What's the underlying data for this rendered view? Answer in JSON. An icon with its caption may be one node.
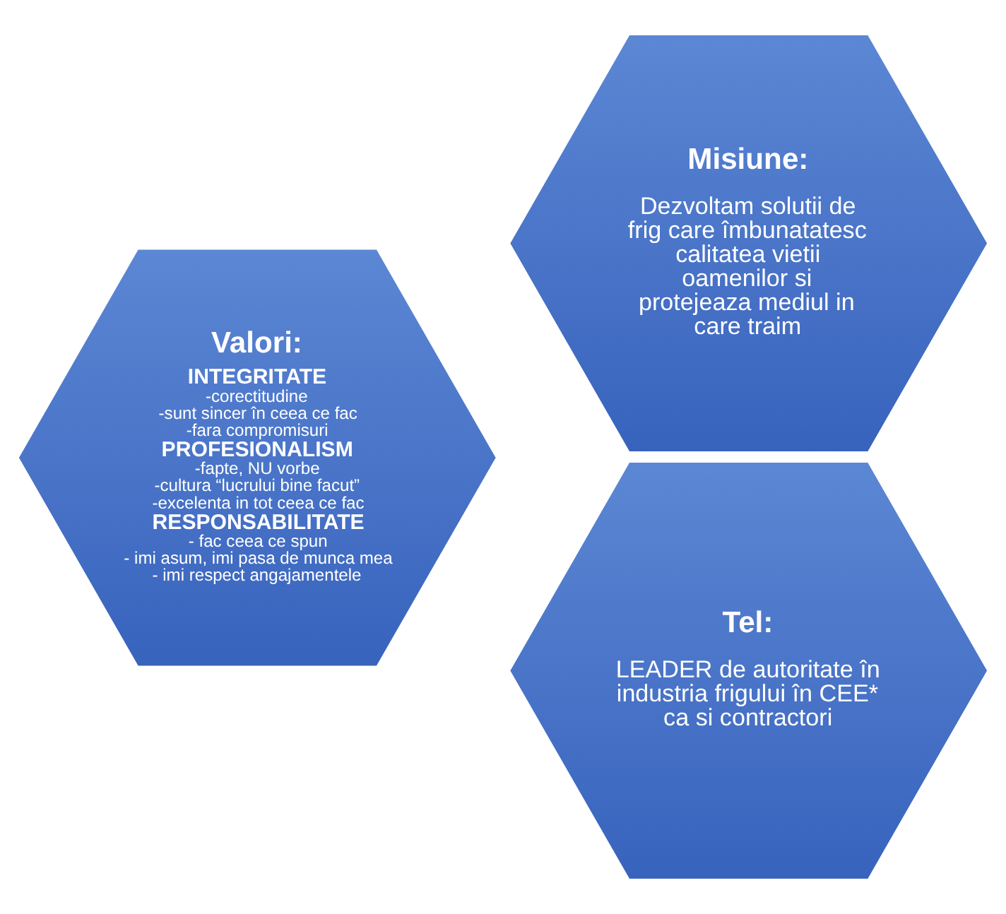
{
  "diagram": {
    "nodes": [
      {
        "text": [
          "Misiune:",
          "Dezvoltam solutii de frig care îmbunatatesc calitatea vietii oamenilor si protejeaza mediul in care traim"
        ]
      },
      {
        "text": [
          "Valori:",
          "INTEGRITATE",
          "-corectitudine",
          "-sunt sincer în ceea ce fac",
          "-fara compromisuri",
          "PROFESIONALISM",
          "-fapte, NU vorbe",
          "-cultura “lucrului bine facut”",
          "-excelenta in tot ceea ce fac",
          "RESPONSABILITATE",
          "- fac ceea ce spun",
          "- imi asum, imi pasa de munca mea",
          "- imi respect angajamentele"
        ]
      },
      {
        "text": [
          "Tel:",
          "LEADER de autoritate în industria frigului în CEE* ca si contractori"
        ]
      }
    ]
  }
}
